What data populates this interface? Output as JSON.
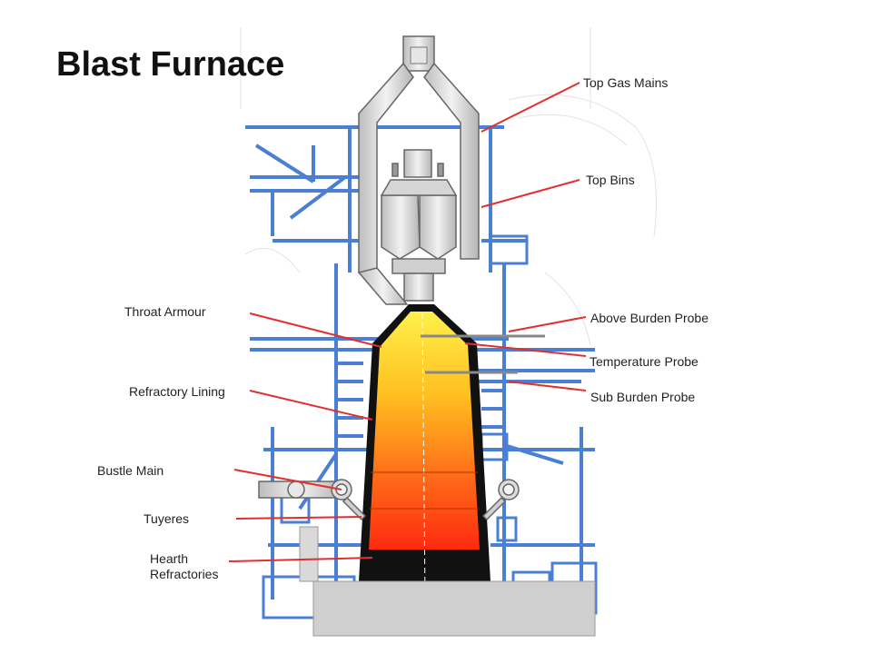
{
  "title": "Blast Furnace",
  "labels": {
    "top_gas_mains": "Top Gas Mains",
    "top_bins": "Top Bins",
    "throat_armour": "Throat Armour",
    "above_burden_probe": "Above Burden Probe",
    "temperature_probe": "Temperature Probe",
    "refractory_lining": "Refractory Lining",
    "sub_burden_probe": "Sub Burden Probe",
    "bustle_main": "Bustle Main",
    "tuyeres": "Tuyeres",
    "hearth_refractories": "Hearth\nRefractories"
  },
  "colors": {
    "structure": "#4a7fd4",
    "leader": "#e03030",
    "pipe": "#d8d8d8",
    "furnace_top": "#ffe24a",
    "furnace_bottom": "#ff2a10",
    "shell": "#111111",
    "foundation": "#cfcfcf"
  }
}
